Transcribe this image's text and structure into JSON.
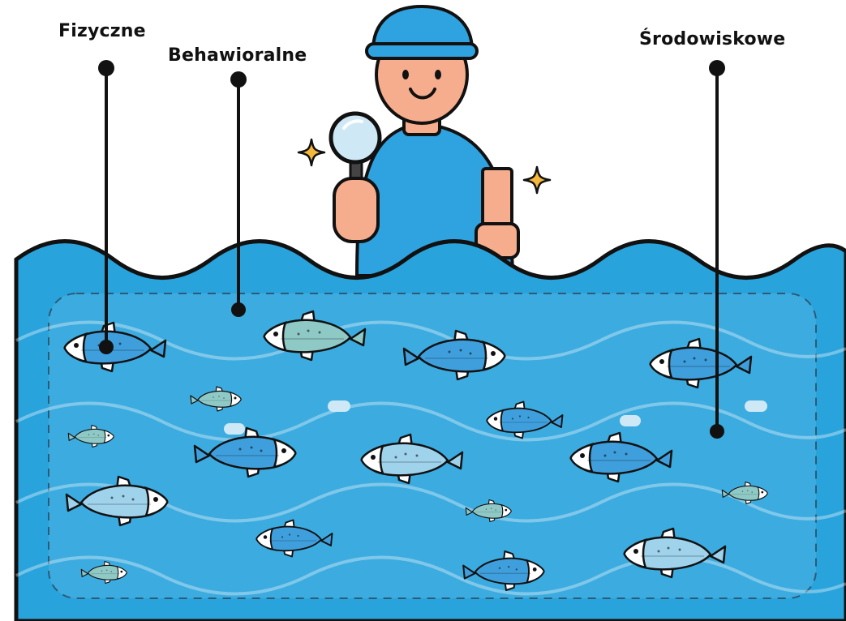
{
  "labels": {
    "physical": "Fizyczne",
    "behavioral": "Behawioralne",
    "environmental": "Środowiskowe"
  },
  "colors": {
    "water": "#29a3dc",
    "water_inner": "#4db3e3",
    "outline": "#111111",
    "shirt": "#2ea3e0",
    "skin": "#f6ad8d",
    "fish_blue": "#3f9fdd",
    "fish_teal": "#8fc9c6",
    "fish_light": "#9fd3ec",
    "sparkle": "#f5b83d"
  },
  "icons": [
    "bucket-hat-icon",
    "magnifying-glass-icon",
    "sparkle-icon",
    "fish-icon",
    "bubble-icon"
  ]
}
